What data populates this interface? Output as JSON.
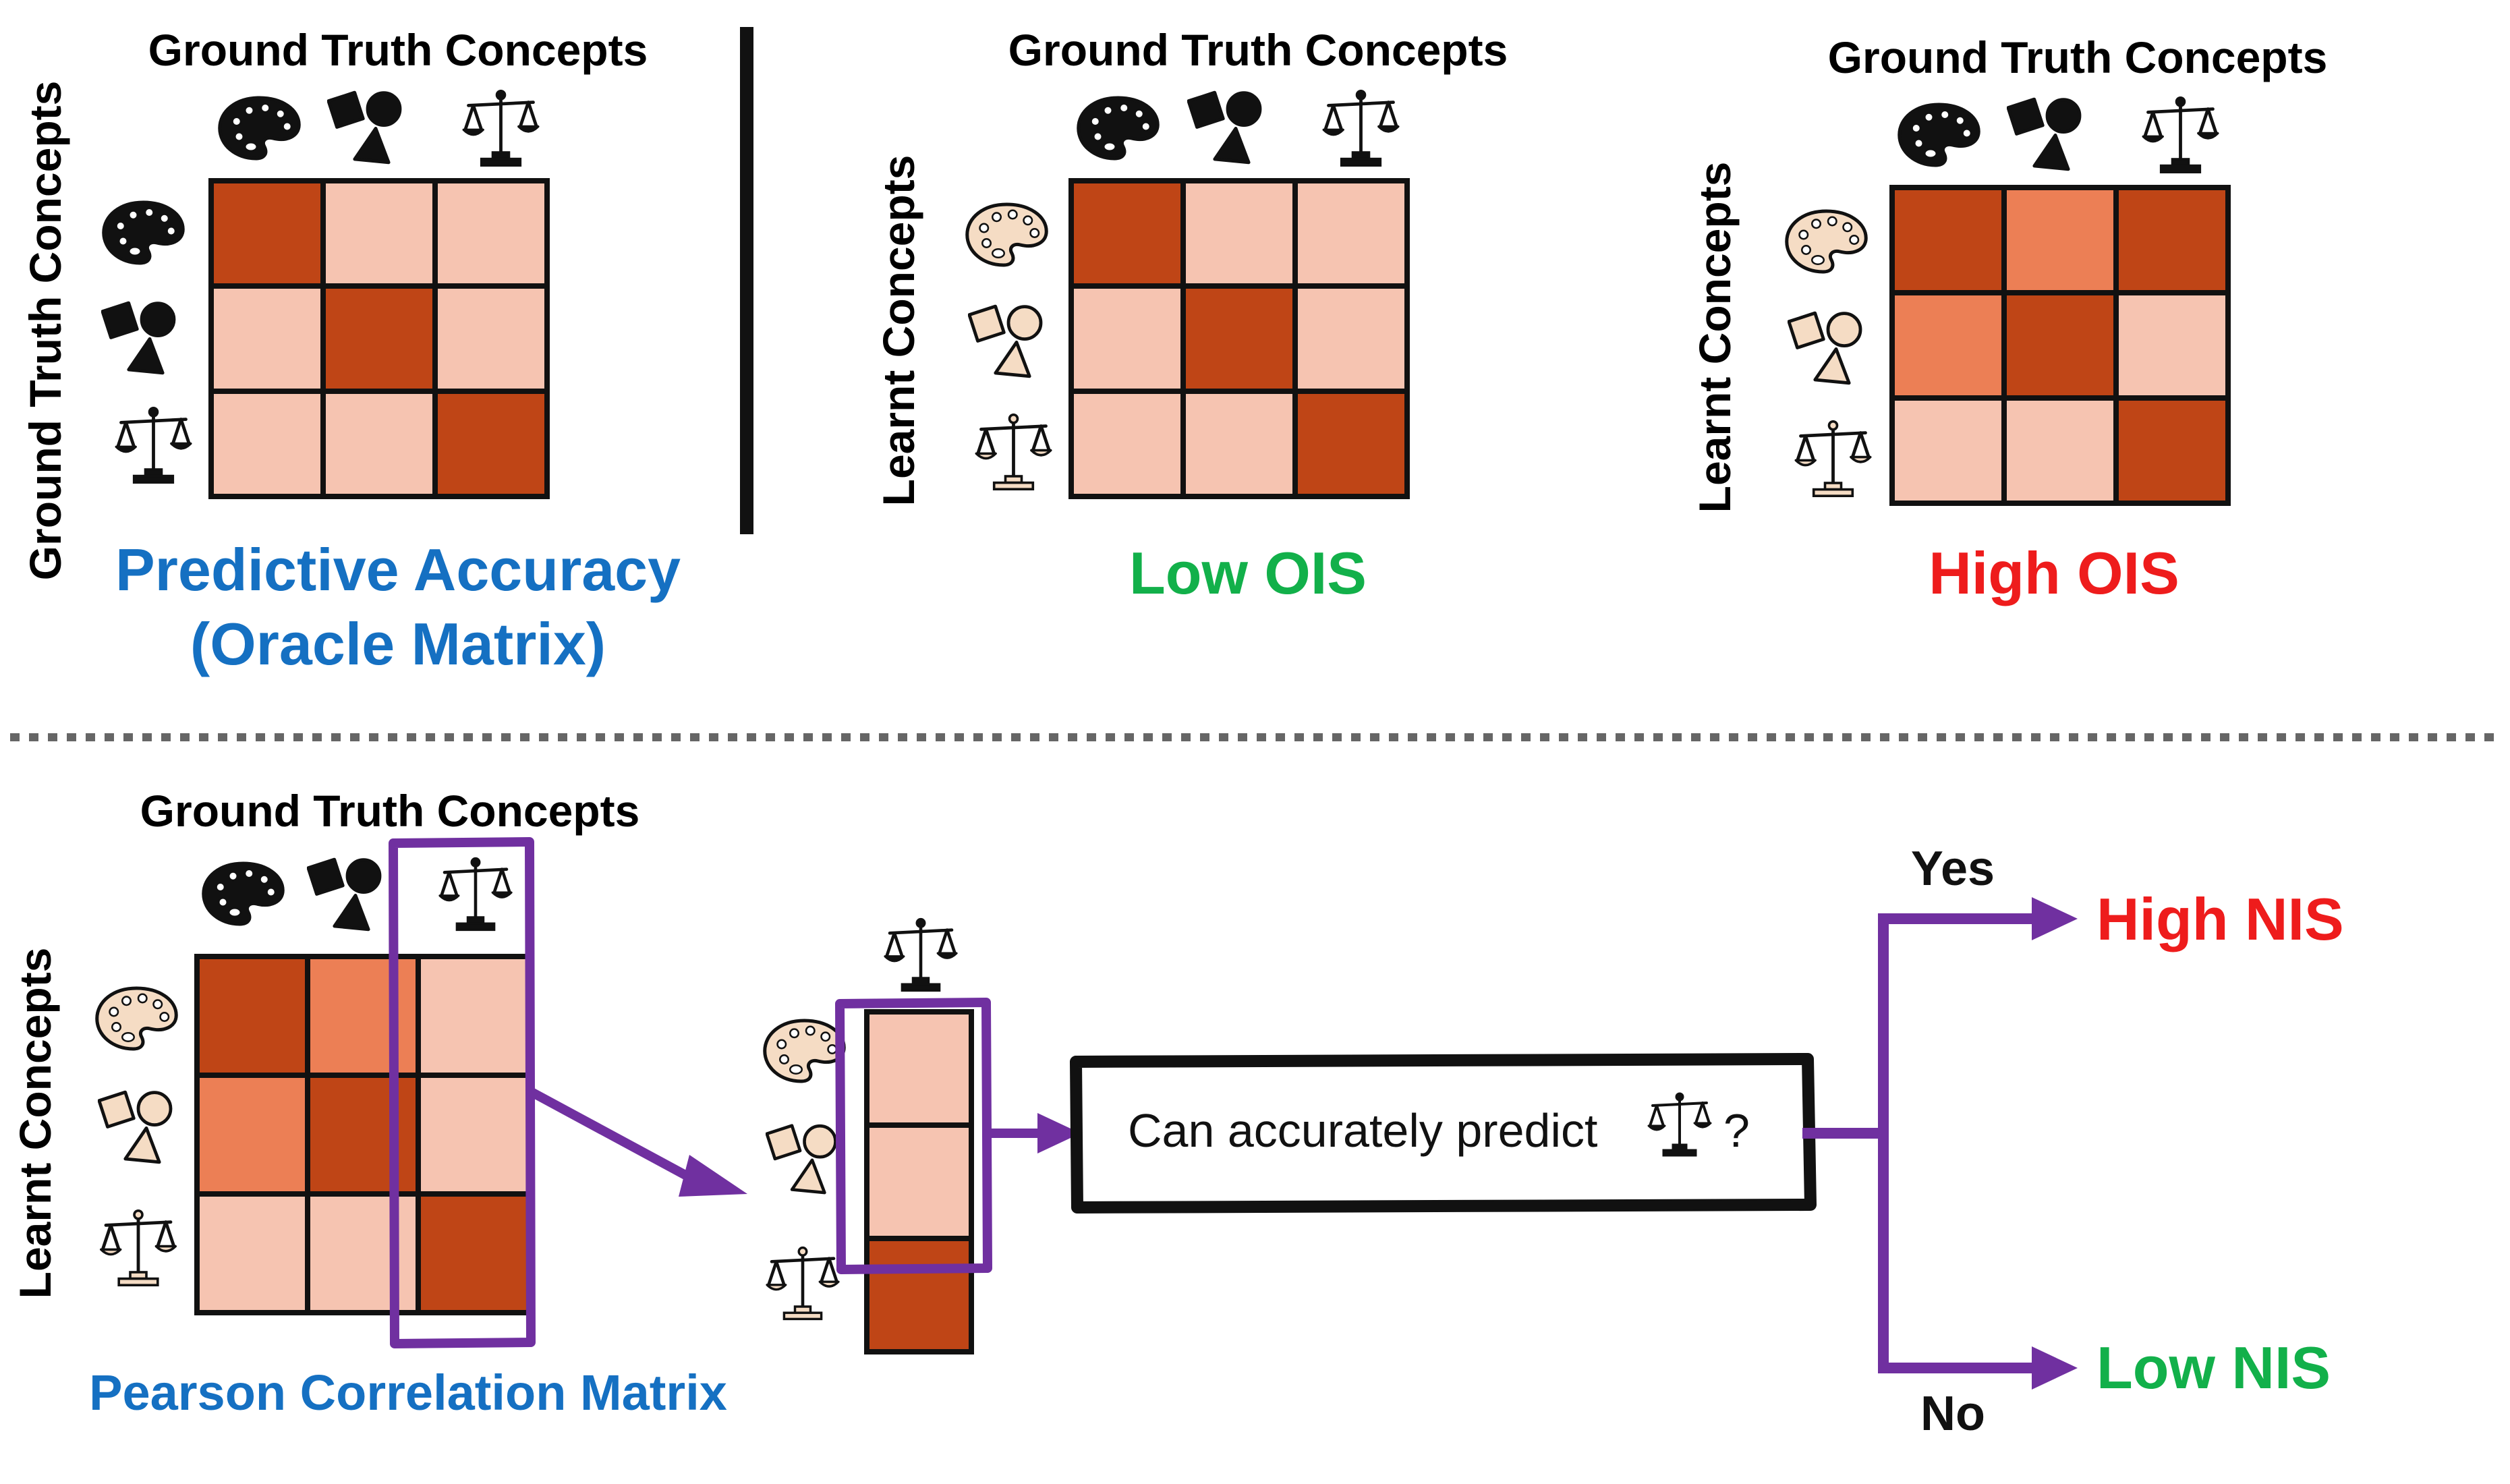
{
  "colors": {
    "dark": "#bf4516",
    "mid": "#ec7f55",
    "light": "#f6c4b1",
    "purple": "#7030a0",
    "blue": "#1570c2",
    "green": "#12b04a",
    "red": "#ee1c1c",
    "icon_light": "#f5dcc4",
    "ink": "#111111"
  },
  "icons": {
    "art": "palette-icon",
    "shape": "shapes-icon",
    "justice": "scales-icon"
  },
  "oracle": {
    "top_label": "Ground Truth Concepts",
    "side_label": "Ground Truth Concepts",
    "title_line1": "Predictive Accuracy",
    "title_line2": "(Oracle Matrix)",
    "matrix": [
      [
        "dark",
        "light",
        "light"
      ],
      [
        "light",
        "dark",
        "light"
      ],
      [
        "light",
        "light",
        "dark"
      ]
    ]
  },
  "low_ois": {
    "top_label": "Ground Truth Concepts",
    "side_label": "Learnt Concepts",
    "title": "Low OIS",
    "matrix": [
      [
        "dark",
        "light",
        "light"
      ],
      [
        "light",
        "dark",
        "light"
      ],
      [
        "light",
        "light",
        "dark"
      ]
    ]
  },
  "high_ois": {
    "top_label": "Ground Truth Concepts",
    "side_label": "Learnt Concepts",
    "title": "High OIS",
    "matrix": [
      [
        "dark",
        "mid",
        "dark"
      ],
      [
        "mid",
        "dark",
        "light"
      ],
      [
        "light",
        "light",
        "dark"
      ]
    ]
  },
  "pearson": {
    "top_label": "Ground Truth Concepts",
    "side_label": "Learnt Concepts",
    "title": "Pearson Correlation Matrix",
    "matrix": [
      [
        "dark",
        "mid",
        "light"
      ],
      [
        "mid",
        "dark",
        "light"
      ],
      [
        "light",
        "light",
        "dark"
      ]
    ]
  },
  "column": {
    "cells": [
      "light",
      "light",
      "dark"
    ]
  },
  "decision": {
    "question_prefix": "Can accurately predict",
    "question_suffix": "?",
    "yes_label": "Yes",
    "no_label": "No",
    "high_nis": "High NIS",
    "low_nis": "Low NIS"
  }
}
